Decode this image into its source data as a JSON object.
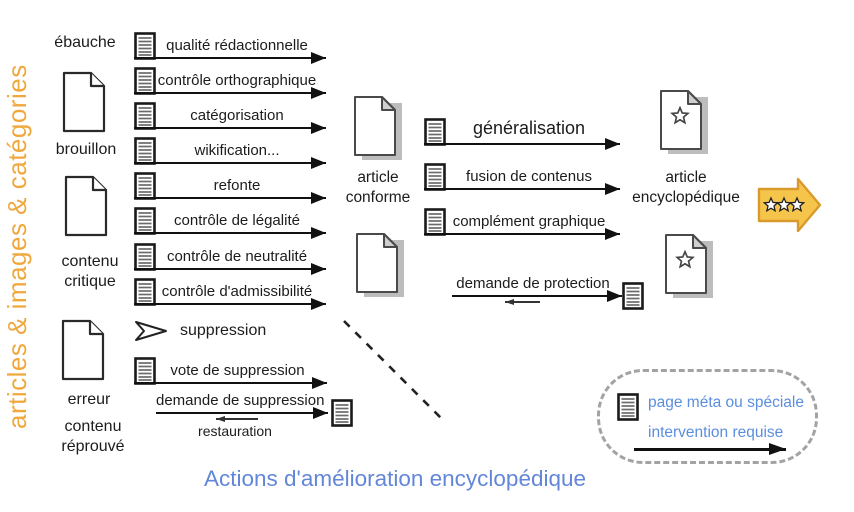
{
  "side_label": "articles & images & catégories",
  "caption": "Actions d'amélioration encyclopédique",
  "palette": {
    "orange_text": "#f0a83c",
    "caption_blue": "#6286d8",
    "legend_blue": "#5b8ede",
    "award_fill": "#f5c54b",
    "award_stroke": "#d9992b"
  },
  "left_items": {
    "ebauche": "ébauche",
    "brouillon": "brouillon",
    "contenu_critique": "contenu\ncritique",
    "erreur": "erreur",
    "contenu_reprouve": "contenu\nréprouvé"
  },
  "improve_actions": {
    "rows": [
      {
        "label": "qualité rédactionnelle"
      },
      {
        "label": "contrôle orthographique"
      },
      {
        "label": "catégorisation"
      },
      {
        "label": "wikification..."
      },
      {
        "label": "refonte"
      },
      {
        "label": "contrôle de légalité"
      },
      {
        "label": "contrôle de neutralité"
      },
      {
        "label": "contrôle d'admissibilité"
      }
    ]
  },
  "deletion_actions": {
    "suppression": "suppression",
    "vote": "vote de suppression",
    "demande": "demande de suppression",
    "restauration": "restauration"
  },
  "consolidation_actions": {
    "rows": [
      {
        "label": "généralisation"
      },
      {
        "label": "fusion de contenus"
      },
      {
        "label": "complément graphique"
      }
    ],
    "protection": "demande de protection"
  },
  "center_label": "article\nconforme",
  "right_label": "article\nencyclopédique",
  "legend": {
    "line1": "page méta ou spéciale",
    "line2": "intervention requise"
  }
}
